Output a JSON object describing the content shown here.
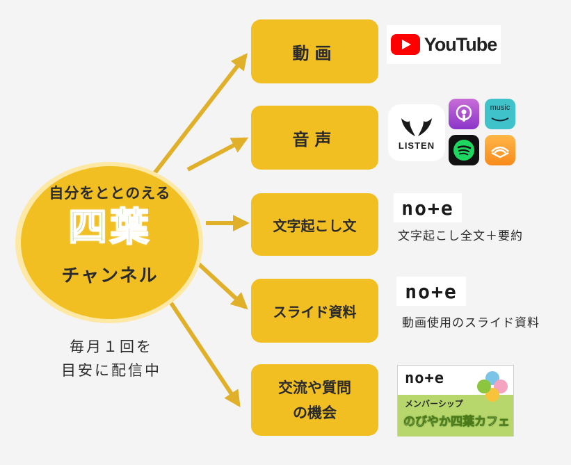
{
  "hub": {
    "top": "自分をととのえる",
    "logo": "四葉",
    "bottom": "チャンネル"
  },
  "schedule": {
    "line1": "毎月１回を",
    "line2": "目安に配信中"
  },
  "branches": {
    "video": "動画",
    "audio": "音声",
    "transcript": "文字起こし文",
    "slides": "スライド資料",
    "community": "交流や質問\nの機会"
  },
  "platforms": {
    "youtube": "YouTube",
    "listen": "LISTEN",
    "amazon_music": "music",
    "note_brand": "no+e",
    "transcript_caption": "文字起こし全文＋要約",
    "slides_caption": "動画使用のスライド資料",
    "membership_line1": "メンバーシップ",
    "membership_line2": "のびやか四葉カフェ"
  },
  "colors": {
    "accent_yellow": "#f1bf22",
    "arrow_gold": "#e0b02a",
    "logo_green": "#7ba23a",
    "background": "#f4f4f4"
  }
}
